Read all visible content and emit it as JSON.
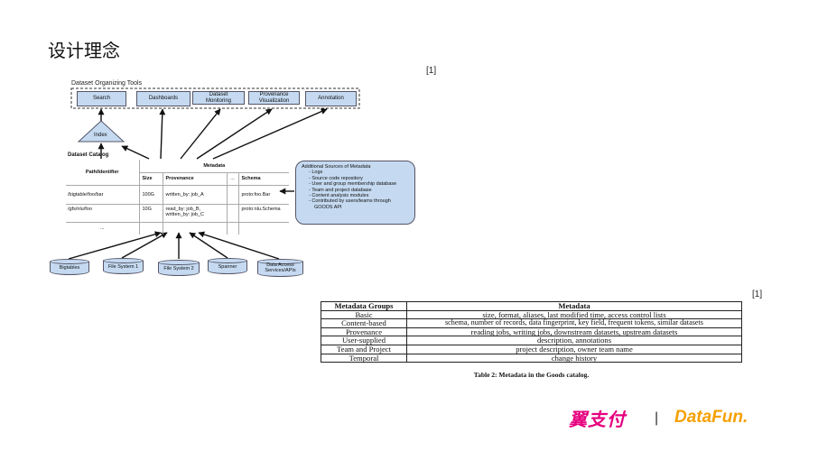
{
  "title": "设计理念",
  "ref_top": "[1]",
  "ref_bottom": "[1]",
  "diagram": {
    "tools_label": "Dataset Organizing Tools",
    "tools": [
      "Search",
      "Dashboards",
      "Dataset Monitoring",
      "Provenance Visualization",
      "Annotation"
    ],
    "index_label": "Index",
    "catalog_label": "Dataset Catalog",
    "catalog": {
      "path_header": "Path/Identifier",
      "metadata_header": "Metadata",
      "col_size": "Size",
      "col_provenance": "Provenance",
      "col_ellipsis": "...",
      "col_schema": "Schema",
      "rows": [
        {
          "path": "/bigtable/foo/bar",
          "size": "100G",
          "provenance": "written_by: job_A",
          "schema": "proto:foo.Bar"
        },
        {
          "path": "/gfs/nlu/foo",
          "size": "10G",
          "provenance": "read_by: job_B, written_by: job_C",
          "schema": "proto:nlu.Schema"
        },
        {
          "path": "...",
          "size": "",
          "provenance": "",
          "schema": ""
        }
      ]
    },
    "sources_title": "Additional Sources of Metadata",
    "sources": [
      "Logs",
      "Source code repository",
      "User and group membership database",
      "Team and project database",
      "Content analysis modules",
      "Contributed by users/teams through GOODS API"
    ],
    "storages": [
      "Bigtables",
      "File System 1",
      "File System 2",
      "Spanner",
      "Data Access Services/APIs"
    ]
  },
  "metadata_table": {
    "headers": [
      "Metadata Groups",
      "Metadata"
    ],
    "rows": [
      [
        "Basic",
        "size, format, aliases, last modified time, access control lists"
      ],
      [
        "Content-based",
        "schema, number of records, data fingerprint, key field, frequent tokens, similar datasets"
      ],
      [
        "Provenance",
        "reading jobs, writing jobs, downstream datasets, upstream datasets"
      ],
      [
        "User-supplied",
        "description, annotations"
      ],
      [
        "Team and Project",
        "project description, owner team name"
      ],
      [
        "Temporal",
        "change history"
      ]
    ],
    "caption": "Table 2: Metadata in the Goods catalog."
  },
  "logos": {
    "brand1": "翼支付",
    "separator": "|",
    "brand2": "DataFun."
  }
}
